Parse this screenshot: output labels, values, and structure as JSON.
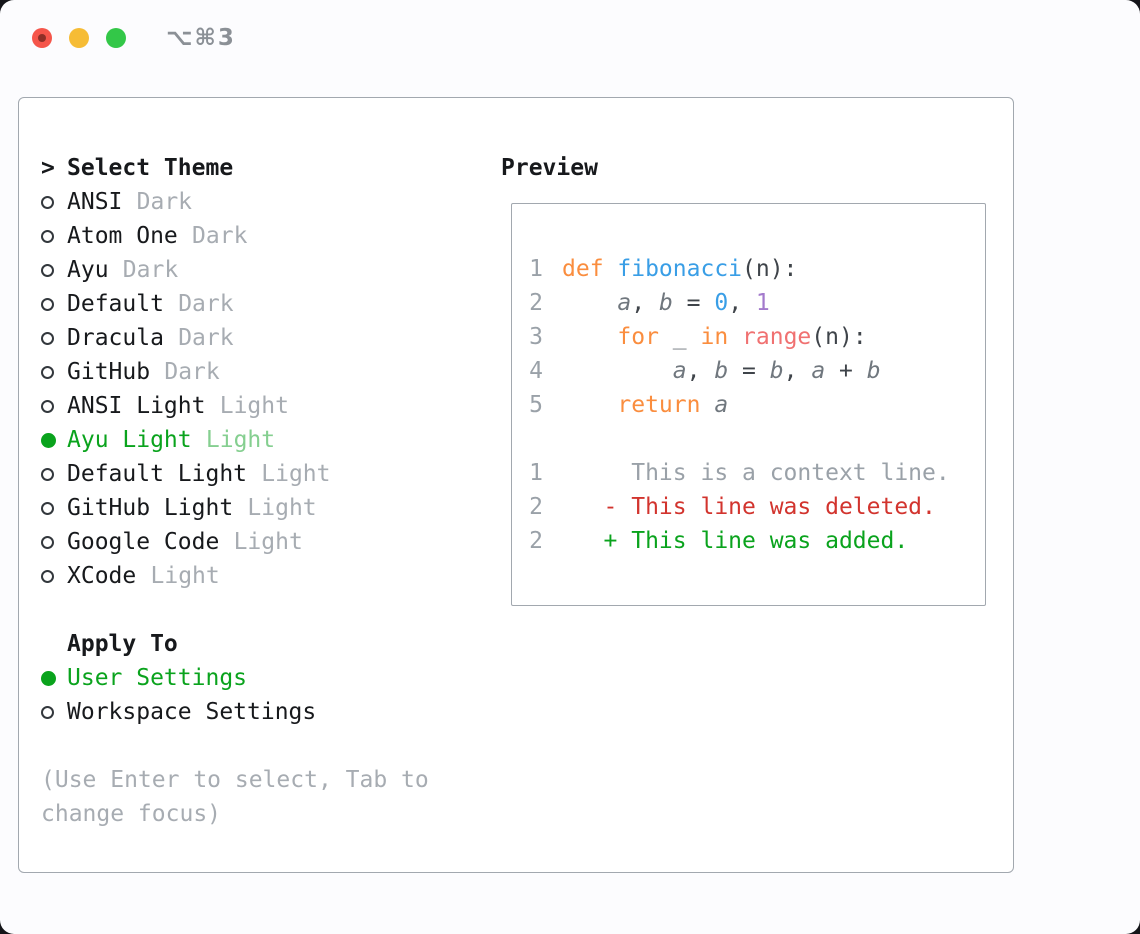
{
  "window": {
    "shortcut": "⌥⌘3",
    "traffic_lights": [
      {
        "name": "close",
        "color": "#f5554a"
      },
      {
        "name": "minimize",
        "color": "#f6bc35"
      },
      {
        "name": "zoom",
        "color": "#33c748"
      }
    ]
  },
  "palette": {
    "green": "#0aa31d",
    "green_soft": "#85cf90",
    "muted": "#a7acb2",
    "text": "#17191c",
    "lineno": "#9aa1a8",
    "plain": "#3f444a",
    "variable": "#70777e",
    "keyword": "#fa8d3e",
    "function": "#399ee6",
    "number_blue": "#399ee6",
    "number_purple": "#a37acc",
    "special": "#f07171",
    "context": "#9aa1a8",
    "deleted": "#d2342e",
    "added": "#0aa31d"
  },
  "theme_picker": {
    "prompt": ">",
    "title": "Select Theme",
    "items": [
      {
        "name": "ANSI",
        "variant": "Dark",
        "selected": false
      },
      {
        "name": "Atom One",
        "variant": "Dark",
        "selected": false
      },
      {
        "name": "Ayu",
        "variant": "Dark",
        "selected": false
      },
      {
        "name": "Default",
        "variant": "Dark",
        "selected": false
      },
      {
        "name": "Dracula",
        "variant": "Dark",
        "selected": false
      },
      {
        "name": "GitHub",
        "variant": "Dark",
        "selected": false
      },
      {
        "name": "ANSI Light",
        "variant": "Light",
        "selected": false
      },
      {
        "name": "Ayu Light",
        "variant": "Light",
        "selected": true
      },
      {
        "name": "Default Light",
        "variant": "Light",
        "selected": false
      },
      {
        "name": "GitHub Light",
        "variant": "Light",
        "selected": false
      },
      {
        "name": "Google Code",
        "variant": "Light",
        "selected": false
      },
      {
        "name": "XCode",
        "variant": "Light",
        "selected": false
      }
    ]
  },
  "apply_to": {
    "title": "Apply To",
    "options": [
      {
        "label": "User Settings",
        "selected": true
      },
      {
        "label": "Workspace Settings",
        "selected": false
      }
    ]
  },
  "hint": "(Use Enter to select, Tab to change focus)",
  "preview": {
    "title": "Preview",
    "code_lines": [
      {
        "num": "1",
        "tokens": [
          {
            "t": "def ",
            "c": "keyword"
          },
          {
            "t": "fibonacci",
            "c": "function"
          },
          {
            "t": "(n):",
            "c": "plain"
          }
        ]
      },
      {
        "num": "2",
        "tokens": [
          {
            "t": "    ",
            "c": "plain"
          },
          {
            "t": "a",
            "c": "variable",
            "i": true
          },
          {
            "t": ", ",
            "c": "plain"
          },
          {
            "t": "b",
            "c": "variable",
            "i": true
          },
          {
            "t": " = ",
            "c": "plain"
          },
          {
            "t": "0",
            "c": "number_blue"
          },
          {
            "t": ", ",
            "c": "plain"
          },
          {
            "t": "1",
            "c": "number_purple"
          }
        ]
      },
      {
        "num": "3",
        "tokens": [
          {
            "t": "    ",
            "c": "plain"
          },
          {
            "t": "for",
            "c": "keyword"
          },
          {
            "t": " _ ",
            "c": "variable"
          },
          {
            "t": "in",
            "c": "keyword"
          },
          {
            "t": " ",
            "c": "plain"
          },
          {
            "t": "range",
            "c": "special"
          },
          {
            "t": "(n):",
            "c": "plain"
          }
        ]
      },
      {
        "num": "4",
        "tokens": [
          {
            "t": "        ",
            "c": "plain"
          },
          {
            "t": "a",
            "c": "variable",
            "i": true
          },
          {
            "t": ", ",
            "c": "plain"
          },
          {
            "t": "b",
            "c": "variable",
            "i": true
          },
          {
            "t": " = ",
            "c": "plain"
          },
          {
            "t": "b",
            "c": "variable",
            "i": true
          },
          {
            "t": ", ",
            "c": "plain"
          },
          {
            "t": "a",
            "c": "variable",
            "i": true
          },
          {
            "t": " + ",
            "c": "plain"
          },
          {
            "t": "b",
            "c": "variable",
            "i": true
          }
        ]
      },
      {
        "num": "5",
        "tokens": [
          {
            "t": "    ",
            "c": "plain"
          },
          {
            "t": "return",
            "c": "keyword"
          },
          {
            "t": " ",
            "c": "plain"
          },
          {
            "t": "a",
            "c": "variable",
            "i": true
          }
        ]
      }
    ],
    "diff_lines": [
      {
        "num": "1",
        "text": "     This is a context line.",
        "kind": "context"
      },
      {
        "num": "2",
        "text": "   - This line was deleted.",
        "kind": "deleted"
      },
      {
        "num": "2",
        "text": "   + This line was added.",
        "kind": "added"
      }
    ]
  }
}
